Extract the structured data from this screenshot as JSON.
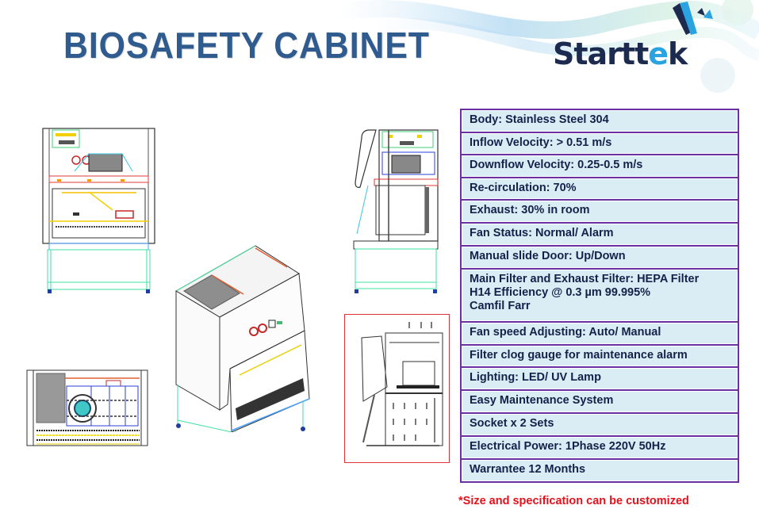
{
  "header": {
    "title": "BIOSAFETY CABINET",
    "logo": {
      "text_main": "Startt",
      "text_accent": "e",
      "text_end": "k",
      "full": "Starttek"
    }
  },
  "drawings": [
    {
      "name": "front-view",
      "label": "Front elevation CAD drawing"
    },
    {
      "name": "side-view",
      "label": "Side elevation CAD drawing"
    },
    {
      "name": "isometric-view",
      "label": "3D isometric view of cabinet"
    },
    {
      "name": "top-view",
      "label": "Top plan CAD drawing"
    },
    {
      "name": "airflow-diagram",
      "label": "Airflow section diagram"
    }
  ],
  "specs": [
    {
      "text": "Body: Stainless Steel 304",
      "height": 29
    },
    {
      "text": "Inflow Velocity: > 0.51 m/s",
      "height": 28
    },
    {
      "text": "Downflow Velocity:  0.25-0.5 m/s",
      "height": 29
    },
    {
      "text": "Re-circulation: 70%",
      "height": 28
    },
    {
      "text": "Exhaust: 30% in room",
      "height": 29
    },
    {
      "text": "Fan Status: Normal/ Alarm",
      "height": 29
    },
    {
      "text": "Manual slide Door: Up/Down",
      "height": 29
    },
    {
      "text": "Main Filter and Exhaust Filter: HEPA Filter\nH14 Efficiency @ 0.3 µm 99.995%\nCamfil Farr",
      "height": 67
    },
    {
      "text": "Fan speed Adjusting: Auto/ Manual",
      "height": 29
    },
    {
      "text": "Filter clog gauge for maintenance alarm",
      "height": 28
    },
    {
      "text": "Lighting: LED/ UV Lamp",
      "height": 29
    },
    {
      "text": "Easy Maintenance System",
      "height": 29
    },
    {
      "text": " Socket x  2 Sets",
      "height": 29
    },
    {
      "text": "Electrical Power: 1Phase 220V 50Hz",
      "height": 29
    },
    {
      "text": " Warrantee 12 Months",
      "height": 27
    }
  ],
  "footnote": "*Size and specification can be customized",
  "colors": {
    "title": "#2f5b8f",
    "logo_dark": "#1b2a4e",
    "logo_accent": "#2aa3e0",
    "table_border": "#6a2fa0",
    "table_fill": "#daedf4",
    "table_text": "#13224b",
    "footnote": "#e8101a"
  }
}
